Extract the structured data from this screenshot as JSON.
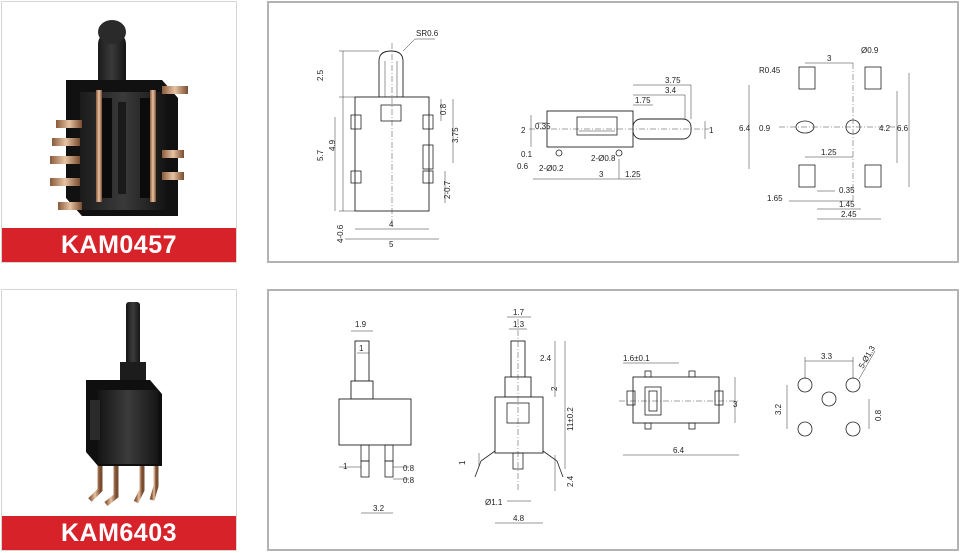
{
  "products": [
    {
      "model": "KAM0457",
      "dims": {
        "sr": "SR0.6",
        "d25": "2.5",
        "d57": "5.7",
        "d49": "4.9",
        "d08": "0.8",
        "d375": "3.75",
        "d207": "2-0.7",
        "d406": "4-0.6",
        "d4": "4",
        "d5": "5",
        "s375": "3.75",
        "s34": "3.4",
        "s175": "1.75",
        "s2": "2",
        "s035": "0.35",
        "s01": "0.1",
        "s06": "0.6",
        "s2d02": "2-Ø0.2",
        "s2d08": "2-Ø0.8",
        "s3": "3",
        "s125": "1.25",
        "s1": "1",
        "p3": "3",
        "pd09": "Ø0.9",
        "pr045": "R0.45",
        "p64": "6.4",
        "p09": "0.9",
        "p42": "4.2",
        "p66": "6.6",
        "p125": "1.25",
        "p035": "0.35",
        "p165": "1.65",
        "p145": "1.45",
        "p245": "2.45"
      }
    },
    {
      "model": "KAM6403",
      "dims": {
        "f19": "1.9",
        "f1": "1",
        "f1b": "1",
        "f08a": "0.8",
        "f08b": "0.8",
        "f32": "3.2",
        "s17": "1.7",
        "s13": "1.3",
        "s24": "2.4",
        "s2": "2",
        "s11": "11±0.2",
        "s1": "1",
        "s24b": "2.4",
        "sd11": "Ø1.1",
        "s48": "4.8",
        "t16": "1.6±0.1",
        "t3": "3",
        "t64": "6.4",
        "p33": "3.3",
        "p5d13": "5-Ø1.3",
        "p32": "3.2",
        "p08": "0.8"
      }
    }
  ]
}
